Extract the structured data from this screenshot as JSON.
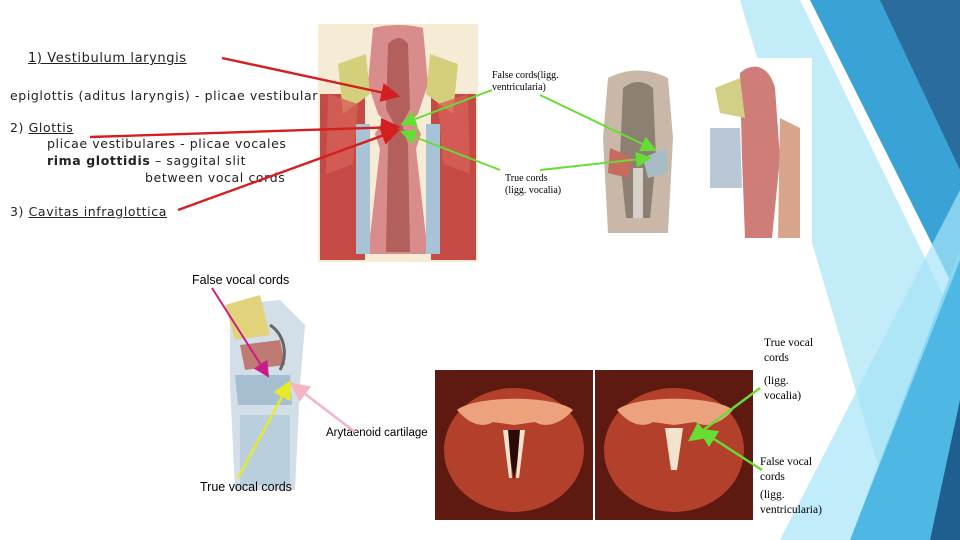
{
  "theme": {
    "accent_light": "#5fd0ef",
    "accent_mid": "#2f8fc4",
    "accent_dark": "#1f5f8f"
  },
  "sections": {
    "s1_title": "1) Vestibulum laryngis",
    "s1_text": "epiglottis (aditus laryngis) - plicae vestibulares",
    "s2_num": "2)",
    "s2_title": "Glottis",
    "s2_line1": "plicae vestibulares - plicae vocales",
    "s2_rima": "rima glottidis",
    "s2_line2_rest": " – saggital slit",
    "s2_line3": "between vocal cords",
    "s3_num": "3)",
    "s3_title": "Cavitas infraglottica"
  },
  "top_figure": {
    "false_cords_line1": "False cords(ligg.",
    "false_cords_line2": "ventricularia)",
    "true_cords_line1": "True cords",
    "true_cords_line2": "(ligg. vocalia)"
  },
  "bottom_figure": {
    "false_vocal_cords": "False vocal cords",
    "true_vocal_cords": "True vocal cords",
    "arytaenoid": "Arytaenoid cartilage",
    "right_true_1": "True vocal",
    "right_true_2": "cords",
    "right_true_3": "(ligg.",
    "right_true_4": "vocalia)",
    "right_false_1": "False vocal",
    "right_false_2": "cords",
    "right_false_3": "(ligg.",
    "right_false_4": "ventricularia)"
  }
}
